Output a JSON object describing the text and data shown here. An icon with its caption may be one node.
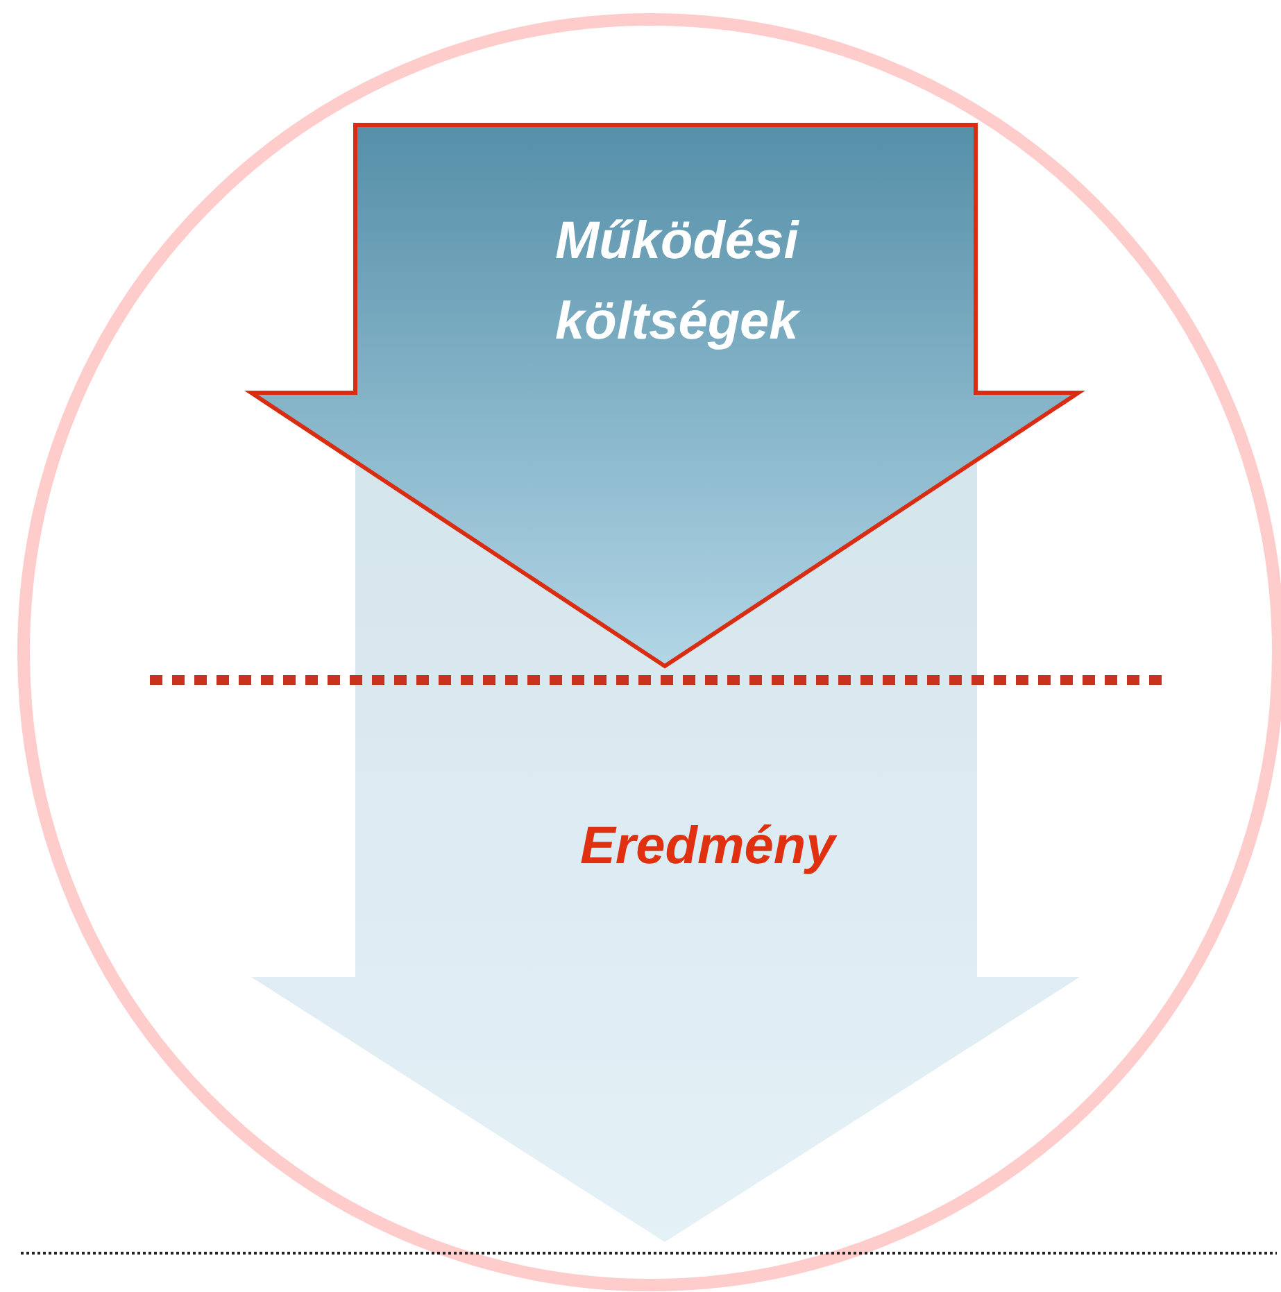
{
  "diagram": {
    "nodes": [
      {
        "text": [
          "Működési költségek"
        ],
        "in": 1
      },
      {
        "text": [
          "Eredmény"
        ]
      }
    ]
  }
}
